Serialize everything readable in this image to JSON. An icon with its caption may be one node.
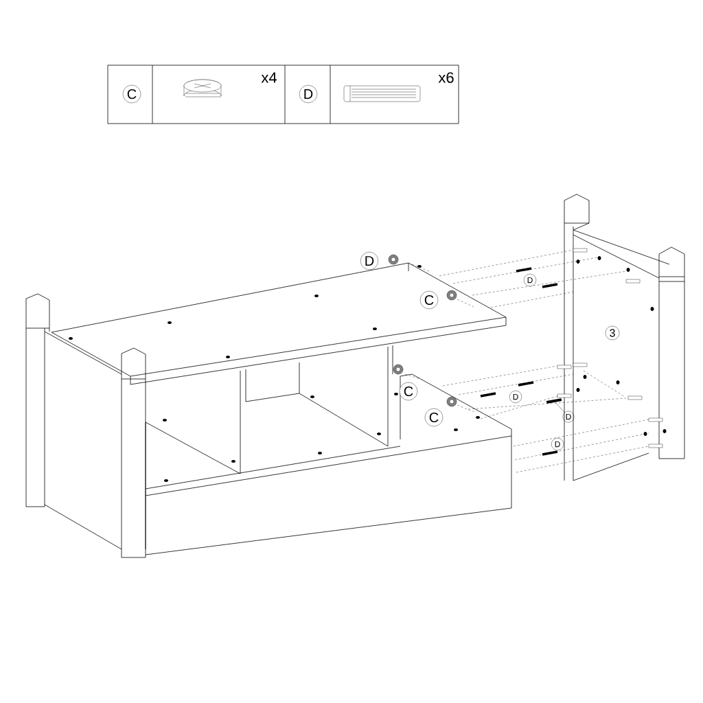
{
  "diagram": {
    "nodes": [
      {
        "text": [
          "D"
        ]
      },
      {
        "text": [],
        "shape": "bar"
      }
    ],
    "edges": [
      {
        "from": 0,
        "to": 1,
        "arrow": "none"
      }
    ],
    "labels": [
      "C",
      "x4",
      "D",
      "x6",
      "D",
      "C",
      "D",
      "3",
      "C",
      "C",
      "D",
      "D"
    ]
  }
}
